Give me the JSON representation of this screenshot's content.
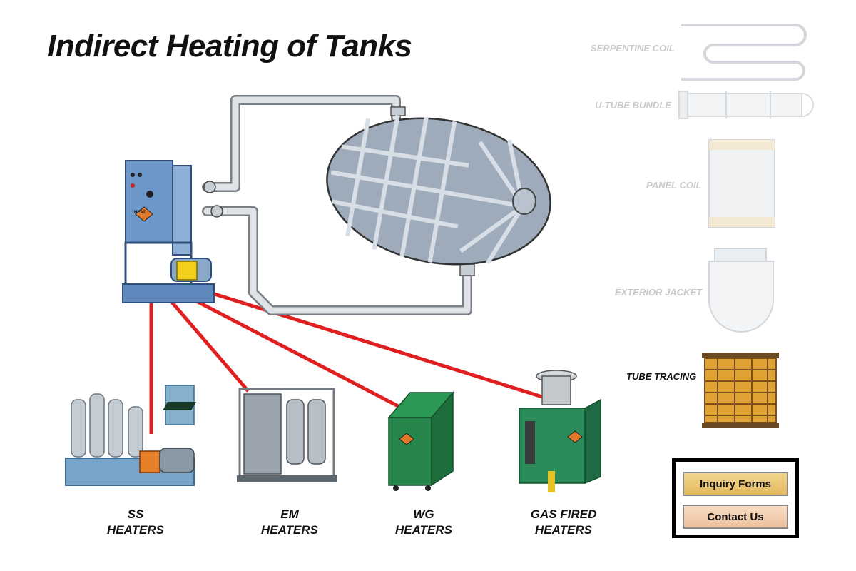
{
  "title": "Indirect Heating of Tanks",
  "heaters": [
    {
      "line1": "SS",
      "line2": "HEATERS"
    },
    {
      "line1": "EM",
      "line2": "HEATERS"
    },
    {
      "line1": "WG",
      "line2": "HEATERS"
    },
    {
      "line1": "GAS FIRED",
      "line2": "HEATERS"
    }
  ],
  "heat_options": [
    {
      "label": "SERPENTINE COIL",
      "active": false
    },
    {
      "label": "U-TUBE BUNDLE",
      "active": false
    },
    {
      "label": "PANEL COIL",
      "active": false
    },
    {
      "label": "EXTERIOR JACKET",
      "active": false
    },
    {
      "label": "TUBE TRACING",
      "active": true
    }
  ],
  "buttons": {
    "inquiry": "Inquiry Forms",
    "contact": "Contact Us"
  },
  "badge": "HEAT",
  "colors": {
    "connector": "#e02020",
    "tank": "#9eabbb",
    "heater_green": "#2d8a4e",
    "skid_blue": "#6c97c9"
  }
}
